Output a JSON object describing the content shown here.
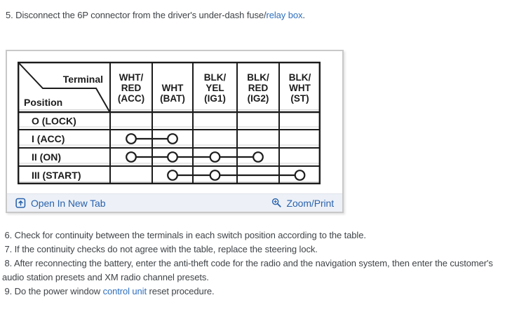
{
  "colors": {
    "text": "#3f4347",
    "link_blue": "#2f6fbe",
    "toolbar_link_blue": "#2a62ad",
    "toolbar_bg": "#edf1f7",
    "panel_border": "#c8c8c8",
    "table_ink": "#1c1c1c"
  },
  "intro": {
    "before": "5. Disconnect the 6P connector from the driver's under-dash fuse/",
    "link_text": "relay box",
    "after": "."
  },
  "viewer": {
    "open_tab_label": "Open In New Tab",
    "zoom_print_label": "Zoom/Print"
  },
  "steps": {
    "step6": " 6. Check for continuity between the terminals in each switch position according to the table.",
    "step7": " 7. If the continuity checks do not agree with the table, replace the steering lock.",
    "step8": " 8. After reconnecting the battery, enter the anti-theft code for the radio and the navigation system, then enter the customer's audio station presets and XM radio channel presets.",
    "step9_before": " 9. Do the power window ",
    "step9_link": "control unit",
    "step9_after": " reset procedure."
  },
  "chart_data": {
    "type": "table",
    "corner": {
      "top_label": "Terminal",
      "bottom_label": "Position"
    },
    "terminals": [
      "ACC",
      "BAT",
      "IG1",
      "IG2",
      "ST"
    ],
    "columns": [
      "WHT/\nRED\n(ACC)",
      "WHT\n(BAT)",
      "BLK/\nYEL\n(IG1)",
      "BLK/\nRED\n(IG2)",
      "BLK/\nWHT\n(ST)"
    ],
    "rows": [
      {
        "label": "O (LOCK)",
        "connected_terminals": []
      },
      {
        "label": "I (ACC)",
        "connected_terminals": [
          "ACC",
          "BAT"
        ]
      },
      {
        "label": "II (ON)",
        "connected_terminals": [
          "ACC",
          "BAT",
          "IG1",
          "IG2"
        ]
      },
      {
        "label": "III (START)",
        "connected_terminals": [
          "BAT",
          "IG1",
          "ST"
        ]
      }
    ]
  }
}
